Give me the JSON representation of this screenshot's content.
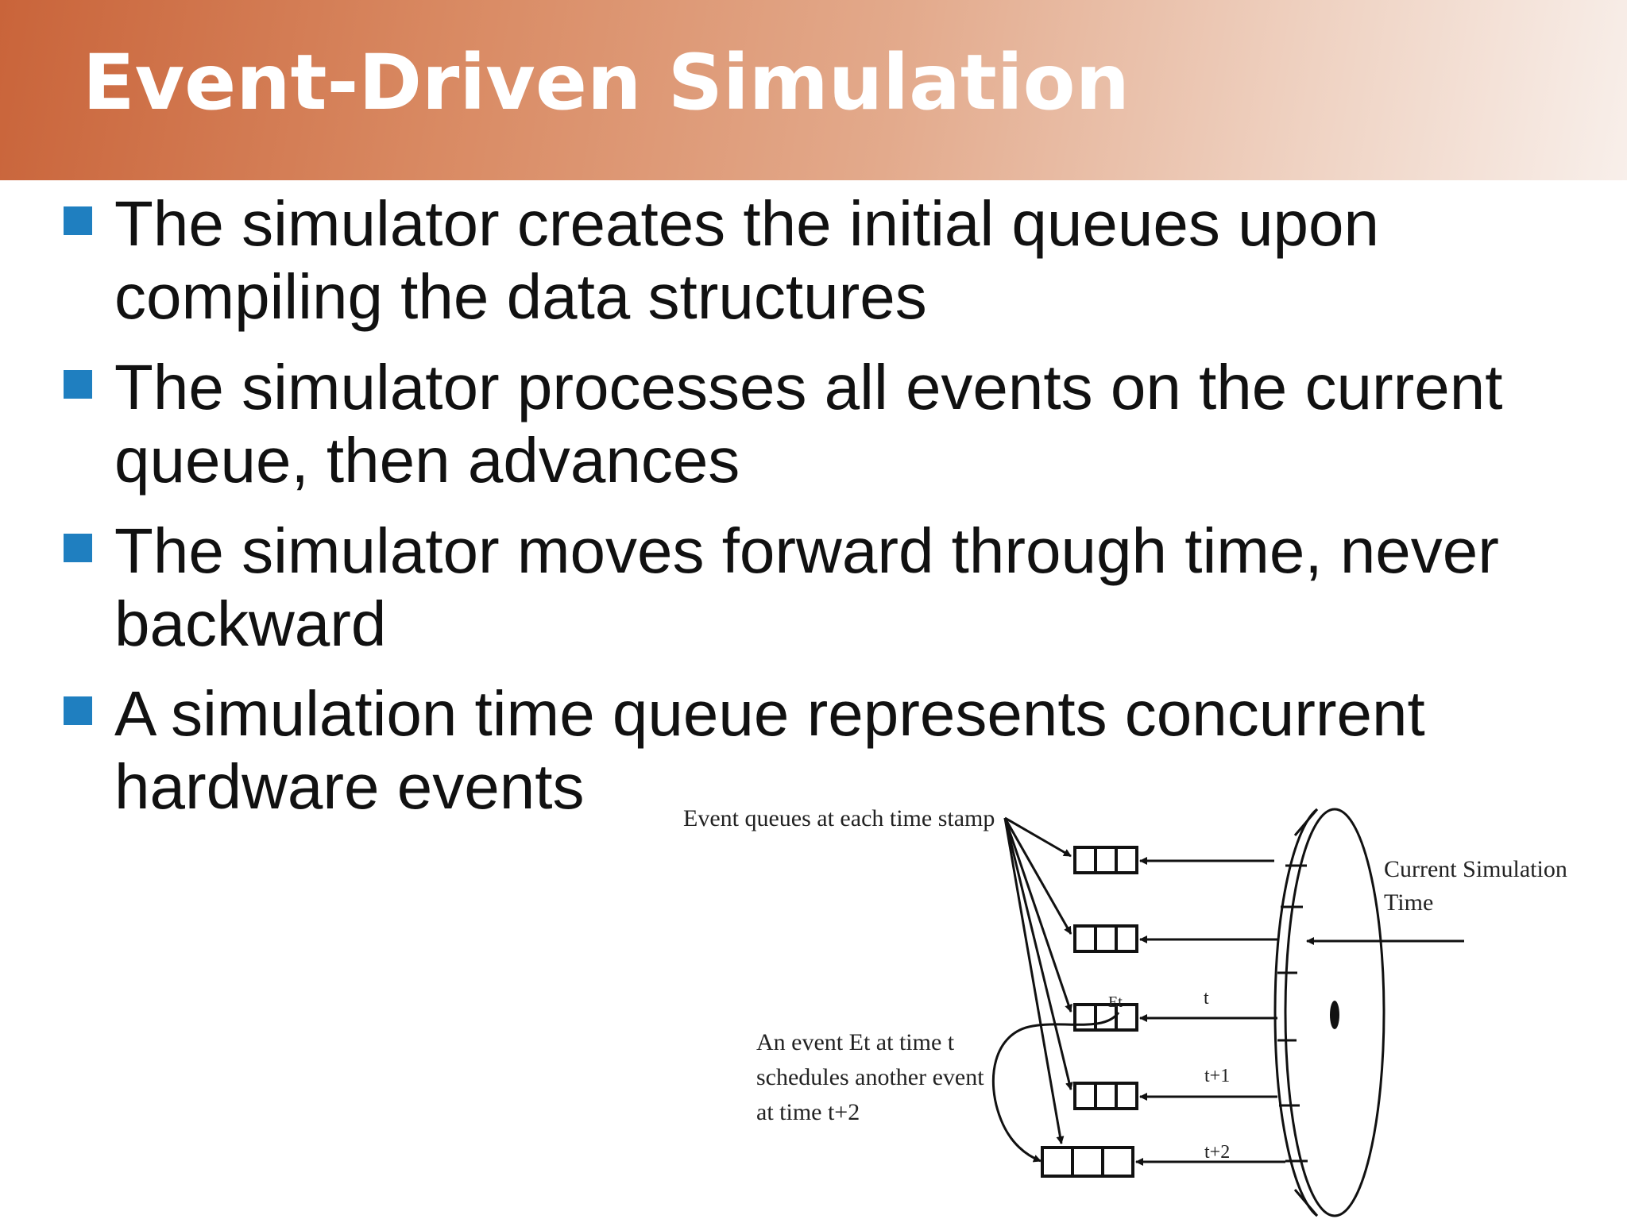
{
  "slide": {
    "title": "Event-Driven Simulation",
    "bullets": [
      "The simulator creates the initial queues upon\ncompiling the data structures",
      "The simulator processes all events on the current\nqueue, then advances",
      "The simulator moves forward through time, never\nbackward",
      "A simulation time queue represents concurrent\nhardware events"
    ]
  },
  "diagram": {
    "label_event_queues": "Event queues at each time stamp",
    "label_current_time_line1": "Current Simulation",
    "label_current_time_line2": "Time",
    "label_event_note_line1": "An event Et at time t",
    "label_event_note_line2": "schedules another event",
    "label_event_note_line3": "at time t+2",
    "label_et": "Et",
    "label_t": "t",
    "label_t1": "t+1",
    "label_t2": "t+2"
  },
  "colors": {
    "bullet_marker": "#1f7fc0",
    "header_start": "#c9643a",
    "header_end": "#f8efea"
  }
}
